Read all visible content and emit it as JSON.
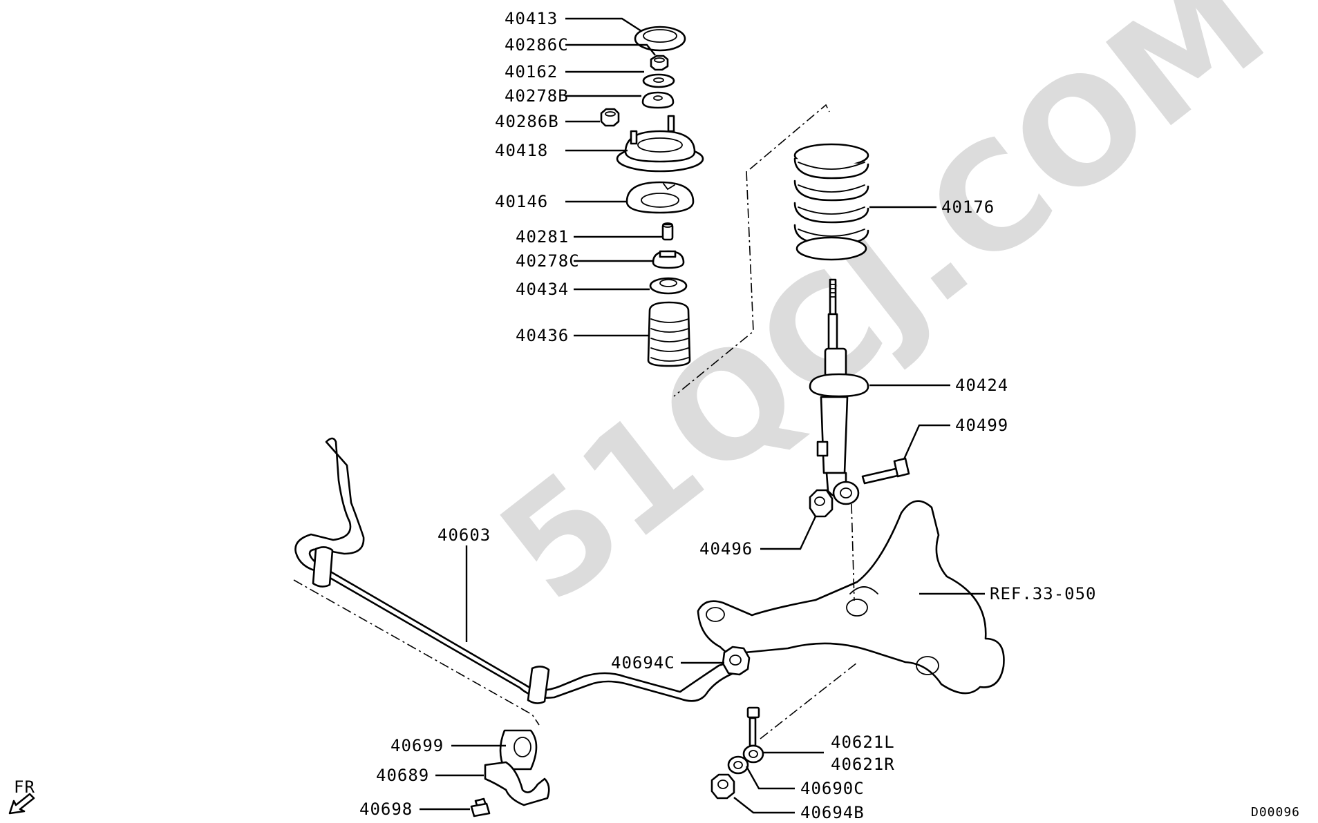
{
  "diagram": {
    "watermark": "51QCJ.COM",
    "code": "D00096",
    "front_marker": "FR",
    "callouts": [
      {
        "id": "40413",
        "label": "40413"
      },
      {
        "id": "40286C",
        "label": "40286C"
      },
      {
        "id": "40162",
        "label": "40162"
      },
      {
        "id": "40278B",
        "label": "40278B"
      },
      {
        "id": "40286B",
        "label": "40286B"
      },
      {
        "id": "40418",
        "label": "40418"
      },
      {
        "id": "40146",
        "label": "40146"
      },
      {
        "id": "40281",
        "label": "40281"
      },
      {
        "id": "40278C",
        "label": "40278C"
      },
      {
        "id": "40434",
        "label": "40434"
      },
      {
        "id": "40436",
        "label": "40436"
      },
      {
        "id": "40176",
        "label": "40176"
      },
      {
        "id": "40424",
        "label": "40424"
      },
      {
        "id": "40499",
        "label": "40499"
      },
      {
        "id": "40496",
        "label": "40496"
      },
      {
        "id": "40603",
        "label": "40603"
      },
      {
        "id": "REF33050",
        "label": "REF.33-050"
      },
      {
        "id": "40694C",
        "label": "40694C"
      },
      {
        "id": "40621L",
        "label": "40621L"
      },
      {
        "id": "40621R",
        "label": "40621R"
      },
      {
        "id": "40699",
        "label": "40699"
      },
      {
        "id": "40690C",
        "label": "40690C"
      },
      {
        "id": "40689",
        "label": "40689"
      },
      {
        "id": "40694B",
        "label": "40694B"
      },
      {
        "id": "40698",
        "label": "40698"
      }
    ]
  }
}
